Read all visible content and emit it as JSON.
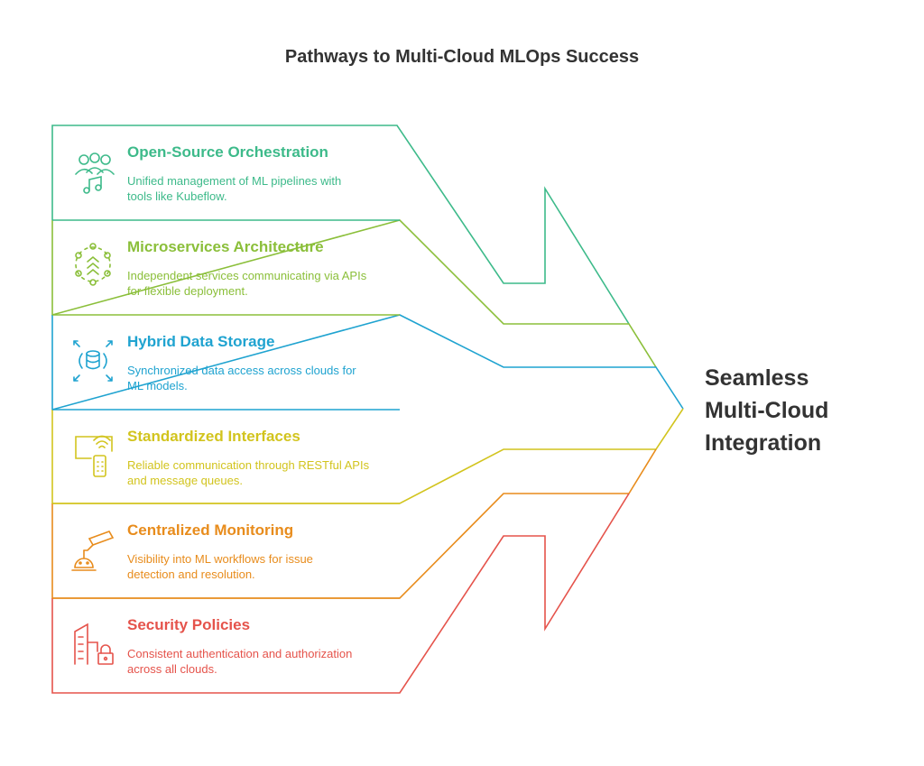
{
  "title": "Pathways to Multi-Cloud MLOps Success",
  "goal": {
    "lines": [
      "Seamless",
      "Multi-Cloud",
      "Integration"
    ]
  },
  "pathways": [
    {
      "title": "Open-Source Orchestration",
      "desc": [
        "Unified management of ML pipelines with",
        "tools like Kubeflow."
      ],
      "color": "#3dba8a",
      "icon": "team-music-icon"
    },
    {
      "title": "Microservices Architecture",
      "desc": [
        "Independent services communicating via APIs",
        "for flexible deployment."
      ],
      "color": "#8bbf3a",
      "icon": "network-nodes-icon"
    },
    {
      "title": "Hybrid Data Storage",
      "desc": [
        "Synchronized data access across clouds for",
        "ML models."
      ],
      "color": "#1fa3d0",
      "icon": "database-expand-icon"
    },
    {
      "title": "Standardized Interfaces",
      "desc": [
        "Reliable communication through RESTful APIs",
        "and message queues."
      ],
      "color": "#d2c41e",
      "icon": "remote-control-wifi-icon"
    },
    {
      "title": "Centralized Monitoring",
      "desc": [
        "Visibility into ML workflows for issue",
        "detection and resolution."
      ],
      "color": "#e88c1c",
      "icon": "security-camera-icon"
    },
    {
      "title": "Security Policies",
      "desc": [
        "Consistent authentication and authorization",
        "across all clouds."
      ],
      "color": "#e5534b",
      "icon": "building-lock-icon"
    }
  ]
}
